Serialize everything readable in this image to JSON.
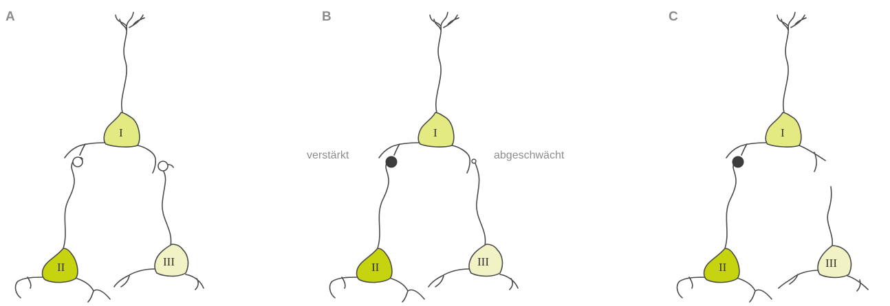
{
  "colors": {
    "neuron_I": "#e3ea82",
    "neuron_II": "#c6d30f",
    "neuron_III": "#f1f3c4",
    "line": "#4a4a4a",
    "synapse_filled": "#3c3c3c",
    "synapse_open": "#ffffff",
    "label_gray": "#8c8c8c"
  },
  "panels": [
    {
      "label": "A",
      "neurons": {
        "top": "I",
        "left": "II",
        "right": "III"
      },
      "left_synapse": "open",
      "right_synapse": "open",
      "right_connected": true
    },
    {
      "label": "B",
      "neurons": {
        "top": "I",
        "left": "II",
        "right": "III"
      },
      "left_synapse": "filled",
      "right_synapse": "small",
      "right_connected": true,
      "left_annotation": "verstärkt",
      "right_annotation": "abgeschwächt"
    },
    {
      "label": "C",
      "neurons": {
        "top": "I",
        "left": "II",
        "right": "III"
      },
      "left_synapse": "filled",
      "right_synapse": "none",
      "right_connected": false
    }
  ]
}
